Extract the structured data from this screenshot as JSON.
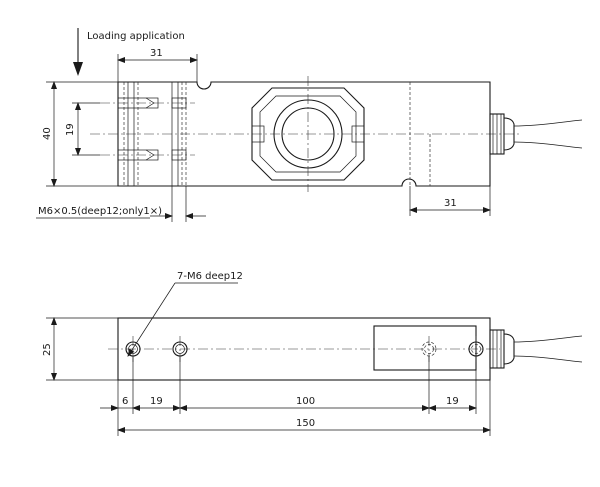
{
  "notes": {
    "loading_application": "Loading application",
    "thread_note": "M6×0.5(deep12;only1×)",
    "hole_note": "7-M6 deep12"
  },
  "top_view": {
    "dim_top_31": "31",
    "dim_height_40": "40",
    "dim_spacing_19": "19",
    "dim_right_31": "31"
  },
  "side_view": {
    "dim_height_25": "25",
    "dim_6": "6",
    "dim_19_left": "19",
    "dim_100": "100",
    "dim_19_right": "19",
    "dim_150": "150"
  }
}
